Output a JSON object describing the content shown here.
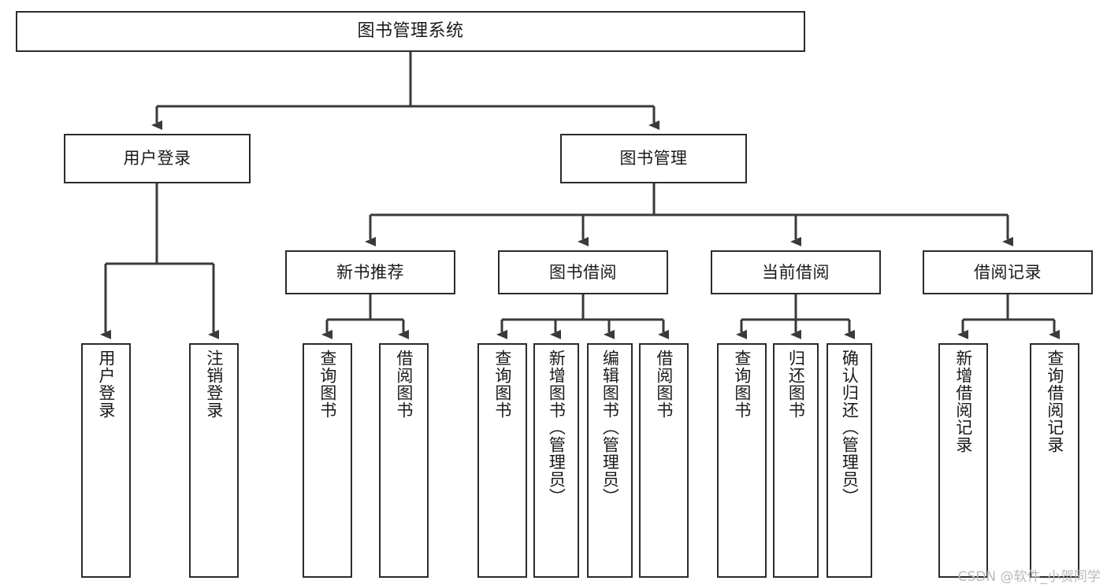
{
  "diagram": {
    "title": "图书管理系统",
    "type": "hierarchy-tree",
    "watermark": "CSDN @软件_小贺同学",
    "colors": {
      "box_border": "#2b2b2b",
      "box_fill": "#ffffff",
      "connector": "#3a3a3a",
      "text": "#1a1a1a",
      "watermark": "#b9b9b9"
    },
    "levels": {
      "root": {
        "label": "图书管理系统"
      },
      "level2": [
        {
          "id": "user-login",
          "label": "用户登录"
        },
        {
          "id": "book-manage",
          "label": "图书管理"
        }
      ],
      "level3": [
        {
          "id": "new-book-recommend",
          "label": "新书推荐"
        },
        {
          "id": "book-borrow",
          "label": "图书借阅"
        },
        {
          "id": "current-borrow",
          "label": "当前借阅"
        },
        {
          "id": "borrow-record",
          "label": "借阅记录"
        }
      ],
      "leaves": {
        "user-login": [
          {
            "id": "user-login-leaf",
            "label": "用户登录"
          },
          {
            "id": "user-logout-leaf",
            "label": "注销登录"
          }
        ],
        "new-book-recommend": [
          {
            "id": "query-book-1",
            "label": "查询图书"
          },
          {
            "id": "borrow-book-1",
            "label": "借阅图书"
          }
        ],
        "book-borrow": [
          {
            "id": "query-book-2",
            "label": "查询图书"
          },
          {
            "id": "add-book-admin",
            "label": "新增图书（管理员）"
          },
          {
            "id": "edit-book-admin",
            "label": "编辑图书（管理员）"
          },
          {
            "id": "borrow-book-2",
            "label": "借阅图书"
          }
        ],
        "current-borrow": [
          {
            "id": "query-book-3",
            "label": "查询图书"
          },
          {
            "id": "return-book",
            "label": "归还图书"
          },
          {
            "id": "confirm-return-admin",
            "label": "确认归还（管理员）"
          }
        ],
        "borrow-record": [
          {
            "id": "add-borrow-record",
            "label": "新增借阅记录"
          },
          {
            "id": "query-borrow-record",
            "label": "查询借阅记录"
          }
        ]
      }
    }
  }
}
